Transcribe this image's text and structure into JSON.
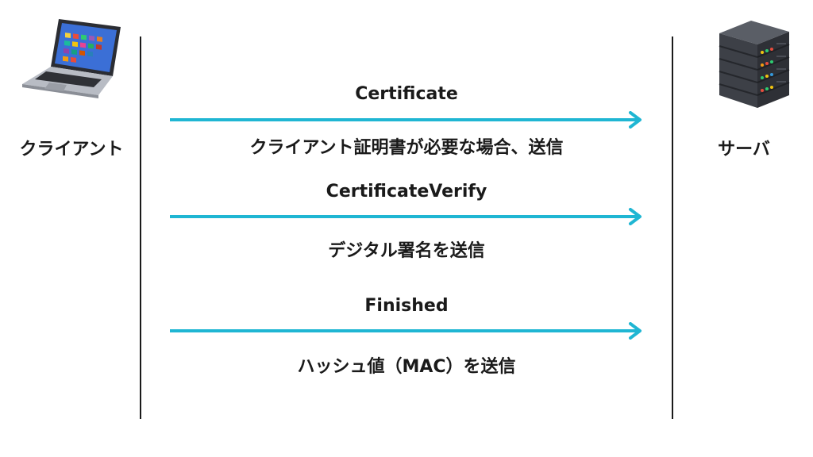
{
  "actors": {
    "client": {
      "label": "クライアント",
      "icon": "laptop-icon"
    },
    "server": {
      "label": "サーバ",
      "icon": "server-icon"
    }
  },
  "messages": [
    {
      "title": "Certificate",
      "description": "クライアント証明書が必要な場合、送信"
    },
    {
      "title": "CertificateVerify",
      "description": "デジタル署名を送信"
    },
    {
      "title": "Finished",
      "description": "ハッシュ値（MAC）を送信"
    }
  ],
  "colors": {
    "arrow": "#1fb6d3",
    "line": "#1a1a1a",
    "text": "#1a1a1a"
  }
}
